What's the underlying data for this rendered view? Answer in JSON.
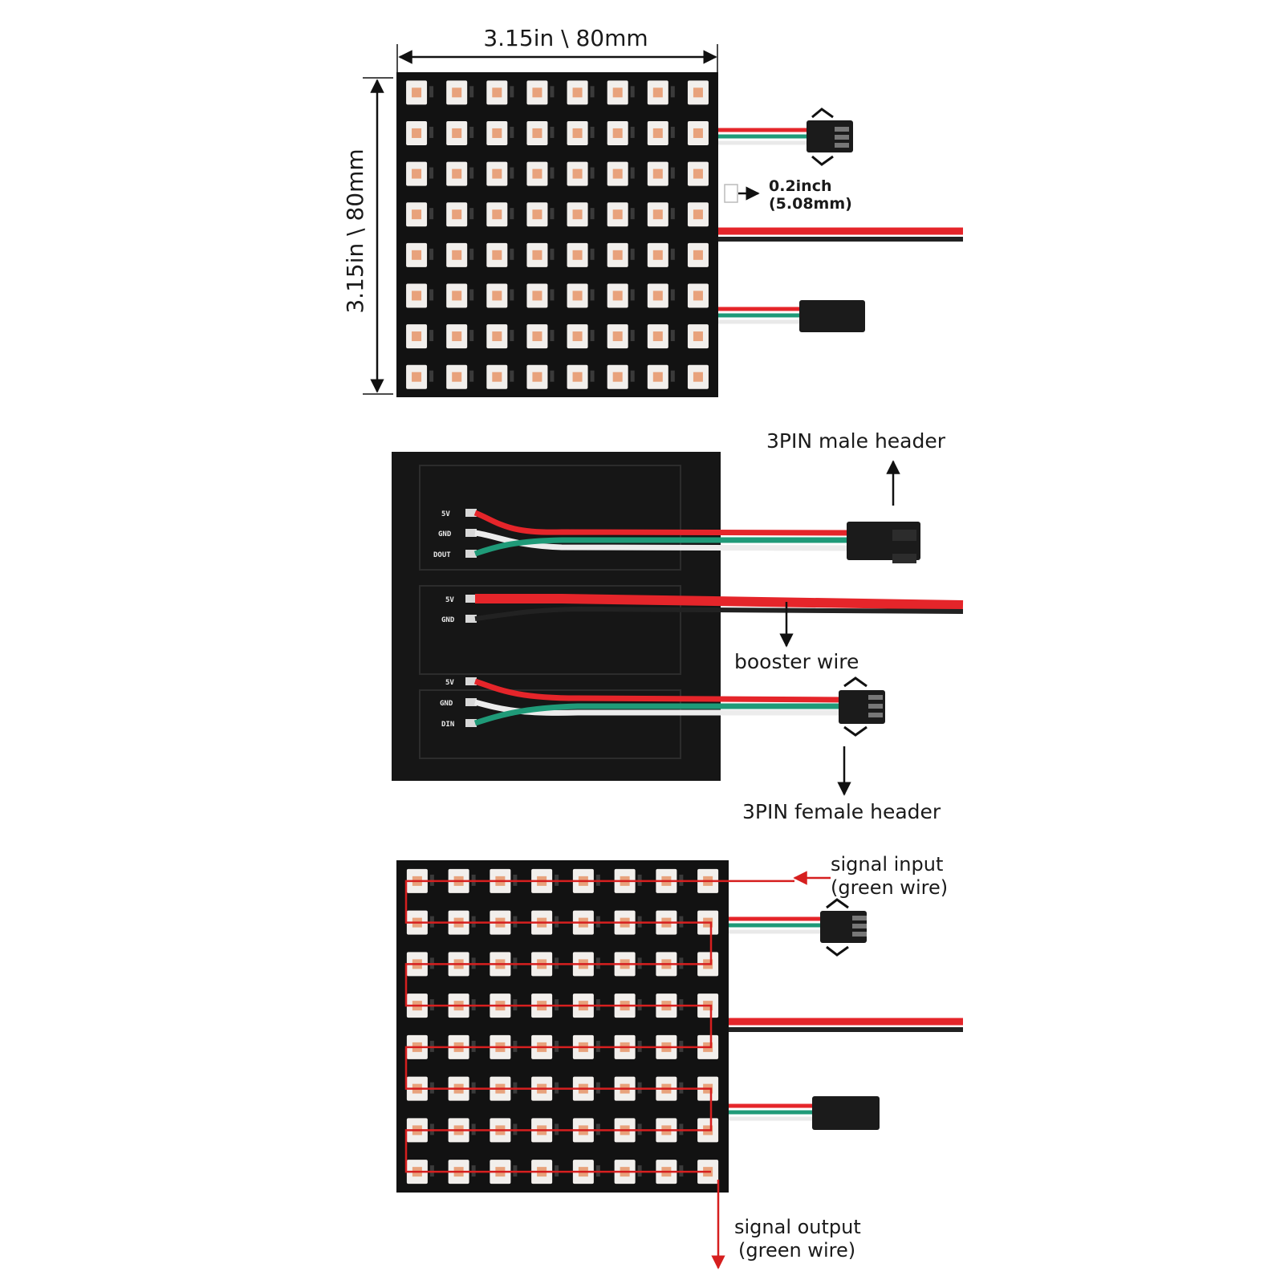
{
  "colors": {
    "background": "#ffffff",
    "board": "#121212",
    "board_back": "#161616",
    "led_frame": "#f2efec",
    "led_die": "#e8a27c",
    "wire_red": "#e5252a",
    "wire_green": "#1f9a78",
    "wire_white": "#e9e9e9",
    "wire_black": "#222222",
    "signal_path": "#d61f1f",
    "connector": "#1b1b1b"
  },
  "icons": {
    "dimension_arrow": "double-arrow",
    "callout_arrow": "black-arrow",
    "signal_arrow": "red-arrow"
  },
  "matrix": {
    "rows": 8,
    "cols": 8
  },
  "front_view": {
    "width_label": "3.15in \\ 80mm",
    "height_label": "3.15in \\ 80mm",
    "pitch_label_line1": "0.2inch",
    "pitch_label_line2": "(5.08mm)"
  },
  "back_view": {
    "male_header_label": "3PIN male header",
    "booster_wire_label": "booster wire",
    "female_header_label": "3PIN female header",
    "pads_top": [
      "5V",
      "GND",
      "DOUT"
    ],
    "pads_middle": [
      "5V",
      "GND"
    ],
    "pads_bottom": [
      "5V",
      "GND",
      "DIN"
    ]
  },
  "signal_view": {
    "input_label_line1": "signal input",
    "input_label_line2": "(green wire)",
    "output_label_line1": "signal output",
    "output_label_line2": "(green wire)"
  }
}
